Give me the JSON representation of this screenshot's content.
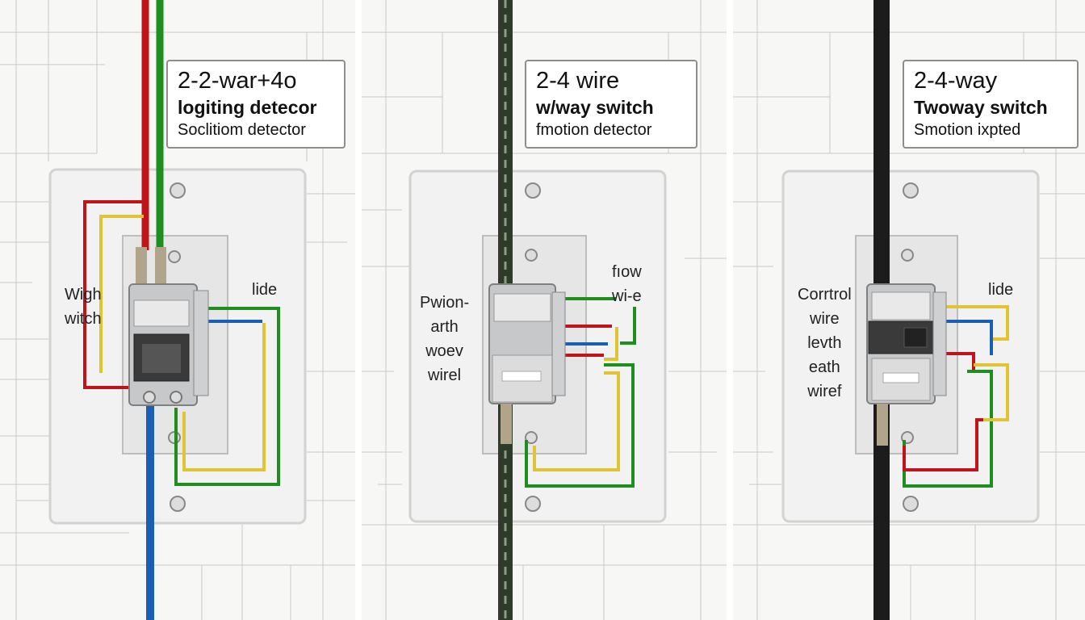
{
  "panels": [
    {
      "id": "left",
      "box": {
        "line1": "2-2-war+4o",
        "line2": "logiting detecor",
        "line3": "Soclitiom detector"
      },
      "left_label": [
        "Wigh",
        "witch"
      ],
      "right_label": [
        "lide"
      ]
    },
    {
      "id": "middle",
      "box": {
        "line1": "2-4 wire",
        "line2": "w/way switch",
        "line3": "fmotion detector"
      },
      "left_label": [
        "Pwion-",
        "arth",
        "woev",
        "wirel"
      ],
      "right_label": [
        "fıow",
        "wi-e"
      ]
    },
    {
      "id": "right",
      "box": {
        "line1": "2-4-way",
        "line2": "Twoway switch",
        "line3": "Smotion ixpted"
      },
      "left_label": [
        "Corrtrol",
        "wire",
        "levth",
        "eath",
        "wiref"
      ],
      "right_label": [
        "lide"
      ]
    }
  ],
  "colors": {
    "red": "#c0141a",
    "green": "#1e8f1e",
    "yellow": "#e0c432",
    "blue": "#1a5fb4",
    "black": "#1c1c1c",
    "braided": "#2e3a2a",
    "plate": "#f4f4f4"
  }
}
